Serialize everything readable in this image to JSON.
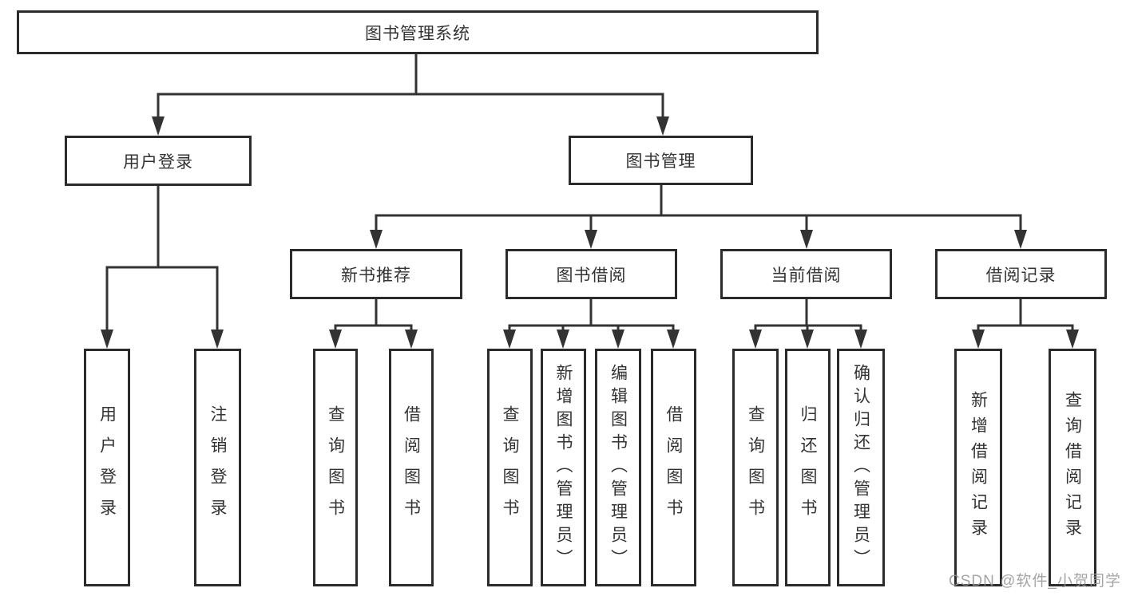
{
  "diagram": {
    "type": "hierarchy-tree",
    "colors": {
      "line": "#333333",
      "box_border": "#2b2b2b",
      "box_fill": "#ffffff",
      "text": "#333333",
      "watermark": "#949494"
    },
    "root": {
      "label": "图书管理系统",
      "children": [
        {
          "label": "用户登录",
          "children": [
            {
              "label": "用户登录"
            },
            {
              "label": "注销登录"
            }
          ]
        },
        {
          "label": "图书管理",
          "children": [
            {
              "label": "新书推荐",
              "children": [
                {
                  "label": "查询图书"
                },
                {
                  "label": "借阅图书"
                }
              ]
            },
            {
              "label": "图书借阅",
              "children": [
                {
                  "label": "查询图书"
                },
                {
                  "label": "新增图书（管理员）"
                },
                {
                  "label": "编辑图书（管理员）"
                },
                {
                  "label": "借阅图书"
                }
              ]
            },
            {
              "label": "当前借阅",
              "children": [
                {
                  "label": "查询图书"
                },
                {
                  "label": "归还图书"
                },
                {
                  "label": "确认归还（管理员）"
                }
              ]
            },
            {
              "label": "借阅记录",
              "children": [
                {
                  "label": "新增借阅记录"
                },
                {
                  "label": "查询借阅记录"
                }
              ]
            }
          ]
        }
      ]
    }
  },
  "watermark": {
    "text": "CSDN @软件_小贺同学"
  }
}
